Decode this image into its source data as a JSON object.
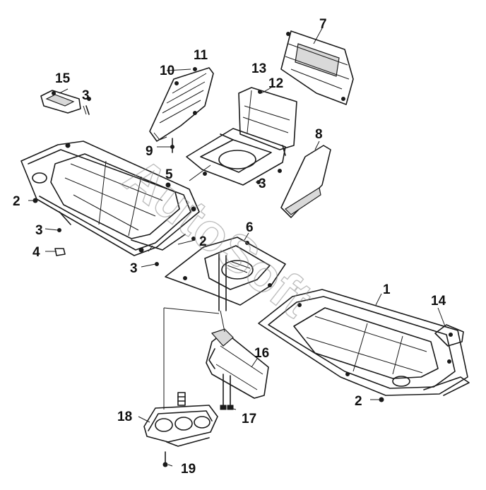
{
  "watermark": {
    "text": "AutoSoft"
  },
  "callouts": [
    {
      "id": "1",
      "label": "1"
    },
    {
      "id": "2a",
      "label": "2"
    },
    {
      "id": "2b",
      "label": "2"
    },
    {
      "id": "2c",
      "label": "2"
    },
    {
      "id": "3a",
      "label": "3"
    },
    {
      "id": "3b",
      "label": "3"
    },
    {
      "id": "3c",
      "label": "3"
    },
    {
      "id": "3d",
      "label": "3"
    },
    {
      "id": "4",
      "label": "4"
    },
    {
      "id": "5",
      "label": "5"
    },
    {
      "id": "6",
      "label": "6"
    },
    {
      "id": "7",
      "label": "7"
    },
    {
      "id": "8",
      "label": "8"
    },
    {
      "id": "9",
      "label": "9"
    },
    {
      "id": "10",
      "label": "10"
    },
    {
      "id": "11",
      "label": "11"
    },
    {
      "id": "12",
      "label": "12"
    },
    {
      "id": "13",
      "label": "13"
    },
    {
      "id": "14",
      "label": "14"
    },
    {
      "id": "15",
      "label": "15"
    },
    {
      "id": "16",
      "label": "16"
    },
    {
      "id": "17",
      "label": "17"
    },
    {
      "id": "18",
      "label": "18"
    },
    {
      "id": "19",
      "label": "19"
    }
  ]
}
